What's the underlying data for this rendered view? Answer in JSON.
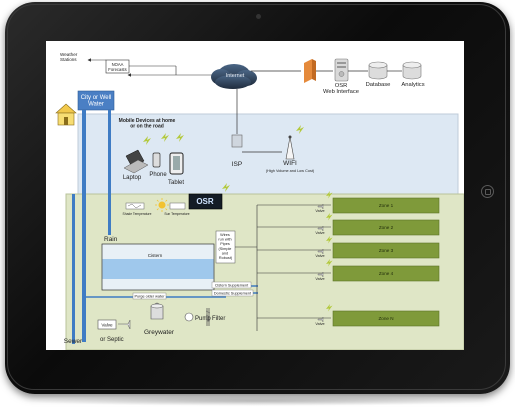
{
  "labels": {
    "weather": [
      "Weather",
      "Stations"
    ],
    "noaa": [
      "NOAA",
      "Forecasts"
    ],
    "internet": "Internet",
    "osr_web": [
      "OSR",
      "Web Interface"
    ],
    "database": "Database",
    "analytics": "Analytics",
    "city_water": [
      "City or Well",
      "Water"
    ],
    "mobile": [
      "Mobile Devices at home",
      "or on the road"
    ],
    "laptop": "Laptop",
    "phone": "Phone",
    "tablet": "Tablet",
    "isp": "ISP",
    "wifi": "WIFI",
    "wifi_sub": "(High Volume and Low Cost)",
    "controller": "OSR",
    "shade_temp": "Shade Temperature",
    "sun_temp": "Sun Temperature",
    "rain": "Rain",
    "cistern": "Cistern",
    "wires": [
      "Wires",
      "run with",
      "Pipes",
      "(Simple",
      "and",
      "Robust)"
    ],
    "purge": "Purge older water",
    "cistern_supplement": "Cistern Supplement",
    "domestic_supplement": "Domestic Supplement",
    "pump": "Pump",
    "filter": "Filter",
    "greywater": "Greywater",
    "valve": "Valve",
    "sewer": "Sewer",
    "septic": "or Septic",
    "zones": [
      "Zone 1",
      "Zone 2",
      "Zone 3",
      "Zone 4",
      "Zone N"
    ]
  },
  "colors": {
    "house_fill": "#dde8f3",
    "ground_fill": "#dfe6c6",
    "zone_fill": "#7f9a3a",
    "water": "#9fc8ec",
    "pipe": "#3f7cc4",
    "cloud": "#2e3f55",
    "orange": "#e58a3b",
    "lightning": "#b3c93c"
  },
  "icons": [
    "house-icon",
    "cloud-icon",
    "server-icon",
    "database-icon",
    "laptop-icon",
    "phone-icon",
    "tablet-icon",
    "wifi-icon",
    "lightning-icon",
    "sun-icon",
    "pump-icon",
    "valve-icon"
  ]
}
